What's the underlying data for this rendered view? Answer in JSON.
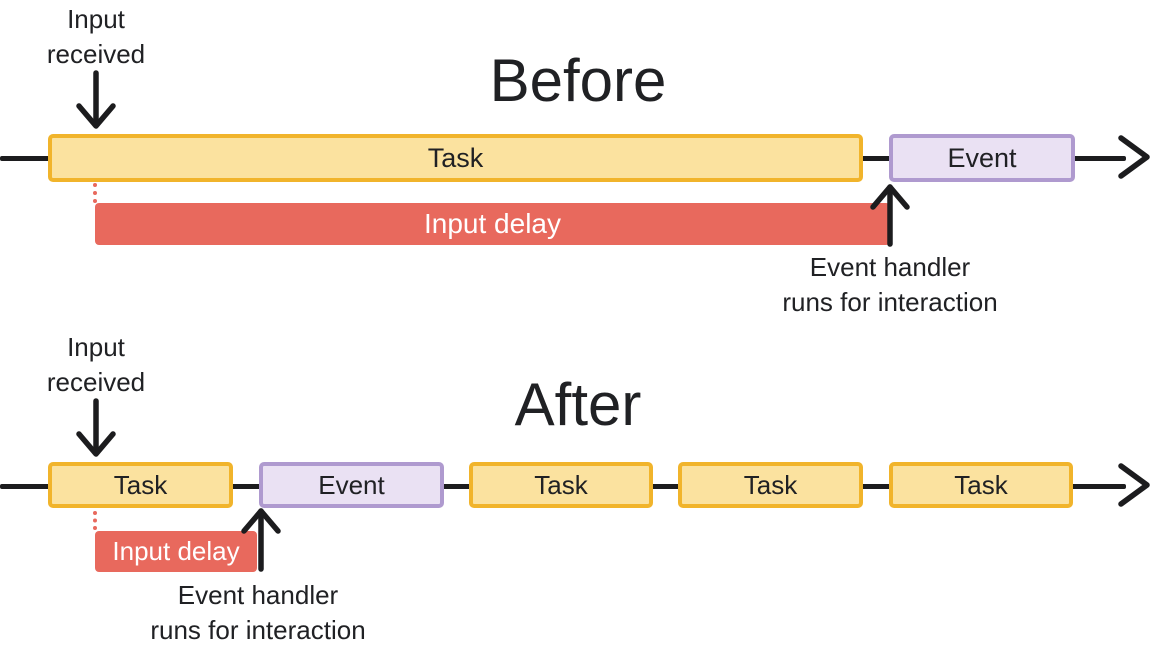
{
  "colors": {
    "task_fill": "#FBE29F",
    "task_border": "#F1B42B",
    "event_fill": "#EAE1F3",
    "event_border": "#AF9ACF",
    "delay_fill": "#E8695D",
    "delay_text": "#FFFFFF",
    "line": "#1C1C1E",
    "text": "#202124"
  },
  "before": {
    "title": "Before",
    "input_received_label": "Input received",
    "task_label": "Task",
    "event_label": "Event",
    "input_delay_label": "Input delay",
    "event_handler_line1": "Event handler",
    "event_handler_line2": "runs for interaction"
  },
  "after": {
    "title": "After",
    "input_received_label": "Input received",
    "task_labels": [
      "Task",
      "Task",
      "Task",
      "Task"
    ],
    "event_label": "Event",
    "input_delay_label": "Input delay",
    "event_handler_line1": "Event handler",
    "event_handler_line2": "runs for interaction"
  }
}
